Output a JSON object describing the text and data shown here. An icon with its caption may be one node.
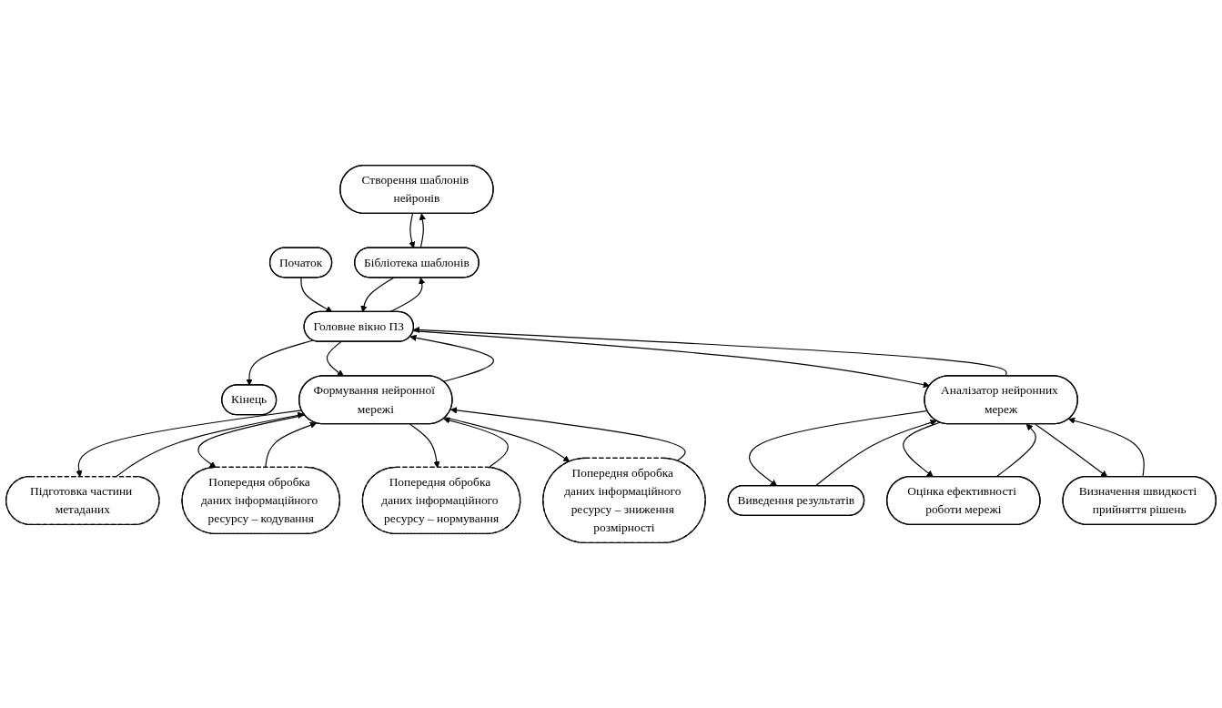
{
  "diagram": {
    "nodes": [
      {
        "text": [
          "Створення шаблонів нейронів"
        ]
      },
      {
        "text": [
          "Початок"
        ]
      },
      {
        "text": [
          "Кінець"
        ]
      },
      {
        "text": [
          "Бібліотека шаблонів"
        ]
      },
      {
        "text": [
          "Головне вікно ПЗ"
        ]
      },
      {
        "text": [
          "Виведення результатів"
        ]
      },
      {
        "text": [
          "Підготовка частини метаданих"
        ]
      },
      {
        "text": [
          "Формування нейронної мережі"
        ]
      },
      {
        "text": [
          "Аналізатор нейронних мереж"
        ]
      },
      {
        "text": [
          "Оцінка ефективності роботи мережі"
        ]
      },
      {
        "text": [
          "Попередня обробка даних інформаційного ресурсу – кодування"
        ]
      },
      {
        "text": [
          "Попередня обробка даних інформаційного ресурсу – зниження розмірності"
        ]
      },
      {
        "text": [
          "Визначення швидкості прийняття рішень"
        ]
      },
      {
        "text": [
          "Попередня обробка даних інформаційного ресурсу – нормування"
        ]
      }
    ],
    "edges": [
      {
        "from": 1,
        "to": 4,
        "arrow": "to"
      },
      {
        "from": 4,
        "to": 2,
        "arrow": "to"
      },
      {
        "from": 0,
        "to": 3,
        "arrow": "to"
      },
      {
        "from": 3,
        "to": 0,
        "arrow": "to"
      },
      {
        "from": 4,
        "to": 3,
        "arrow": "to"
      },
      {
        "from": 3,
        "to": 4,
        "arrow": "to"
      },
      {
        "from": 7,
        "to": 4,
        "arrow": "to"
      },
      {
        "from": 4,
        "to": 7,
        "arrow": "to"
      },
      {
        "from": 4,
        "to": 8,
        "arrow": "to"
      },
      {
        "from": 8,
        "to": 4,
        "arrow": "to"
      },
      {
        "from": 8,
        "to": 5,
        "arrow": "to"
      },
      {
        "from": 5,
        "to": 8,
        "arrow": "to"
      },
      {
        "from": 8,
        "to": 9,
        "arrow": "to"
      },
      {
        "from": 9,
        "to": 8,
        "arrow": "to"
      },
      {
        "from": 8,
        "to": 12,
        "arrow": "to"
      },
      {
        "from": 12,
        "to": 8,
        "arrow": "to"
      },
      {
        "from": 7,
        "to": 6,
        "arrow": "to"
      },
      {
        "from": 6,
        "to": 7,
        "arrow": "to"
      },
      {
        "from": 10,
        "to": 7,
        "arrow": "to"
      },
      {
        "from": 7,
        "to": 10,
        "arrow": "to"
      },
      {
        "from": 13,
        "to": 7,
        "arrow": "to"
      },
      {
        "from": 7,
        "to": 13,
        "arrow": "to"
      },
      {
        "from": 11,
        "to": 7,
        "arrow": "to"
      },
      {
        "from": 7,
        "to": 11,
        "arrow": "to"
      }
    ]
  }
}
